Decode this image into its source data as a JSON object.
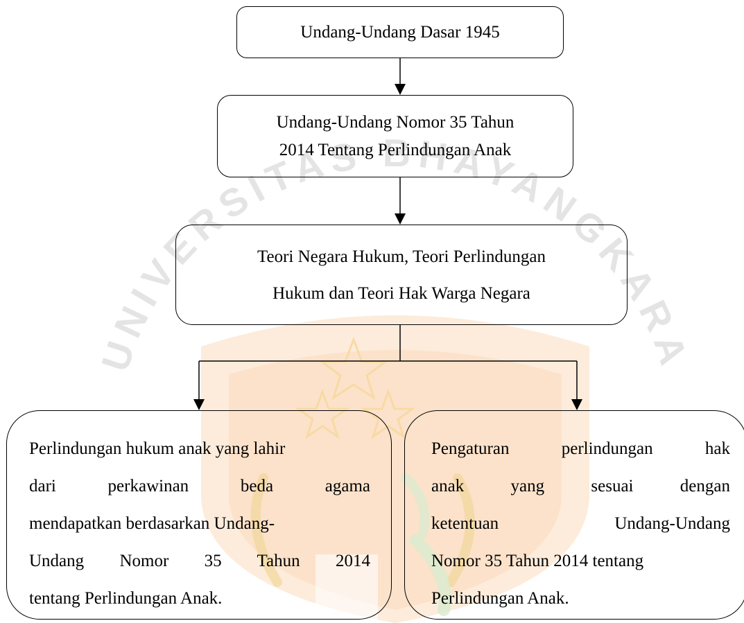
{
  "watermark": {
    "text": "UNIVERSITAS BHAYANGKARA",
    "colors": {
      "shield": "#fce7d2",
      "shield_inner": "#fbd7b6",
      "star_outline": "#fbe6b4",
      "text": "#d9d9d9",
      "green": "#d8ecd0"
    }
  },
  "diagram": {
    "top": {
      "text": "Undang-Undang Dasar 1945"
    },
    "law": {
      "lines": [
        "Undang-Undang Nomor 35 Tahun",
        "2014 Tentang Perlindungan Anak"
      ]
    },
    "theory": {
      "lines": [
        "Teori Negara Hukum, Teori Perlindungan",
        "Hukum dan Teori Hak Warga Negara"
      ]
    },
    "left": {
      "lines": [
        "Perlindungan hukum anak yang lahir",
        "dari perkawinan beda agama",
        "mendapatkan berdasarkan Undang-",
        "Undang Nomor 35 Tahun 2014",
        "tentang Perlindungan Anak."
      ]
    },
    "right": {
      "lines": [
        "Pengaturan perlindungan hak",
        "anak yang sesuai dengan",
        "ketentuan Undang-Undang",
        "Nomor 35 Tahun 2014 tentang",
        "Perlindungan Anak."
      ]
    }
  }
}
